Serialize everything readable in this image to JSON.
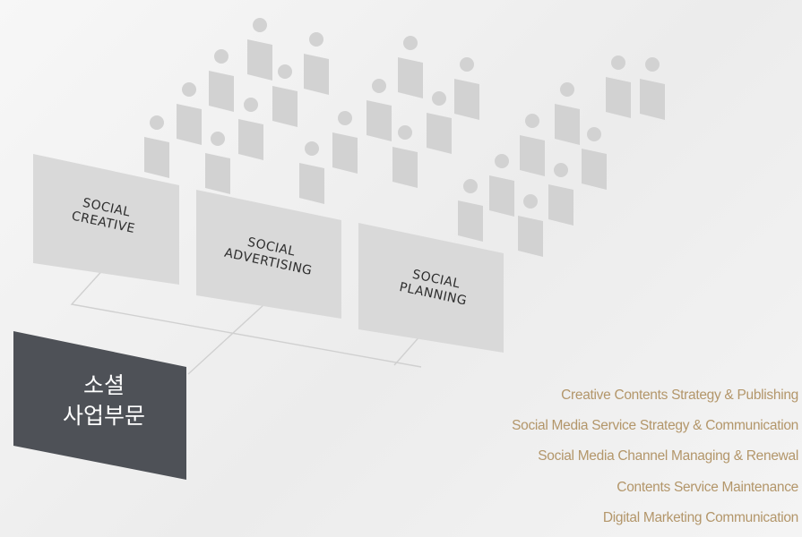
{
  "panels": [
    {
      "line1": "SOCIAL",
      "line2": "CREATIVE"
    },
    {
      "line1": "SOCIAL",
      "line2": "ADVERTISING"
    },
    {
      "line1": "SOCIAL",
      "line2": "PLANNING"
    }
  ],
  "division": {
    "line1": "소셜",
    "line2": "사업부문"
  },
  "services": [
    "Creative Contents Strategy & Publishing",
    "Social Media Service Strategy & Communication",
    "Social Media Channel Managing & Renewal",
    "Contents Service Maintenance",
    "Digital Marketing Communication"
  ],
  "colors": {
    "person": "#d2d2d2",
    "panel": "#d9d9d9",
    "division_box": "#4e5157",
    "service_text": "#b3966a",
    "connector": "#d0d0d0"
  },
  "icons": [
    "person-icon"
  ]
}
